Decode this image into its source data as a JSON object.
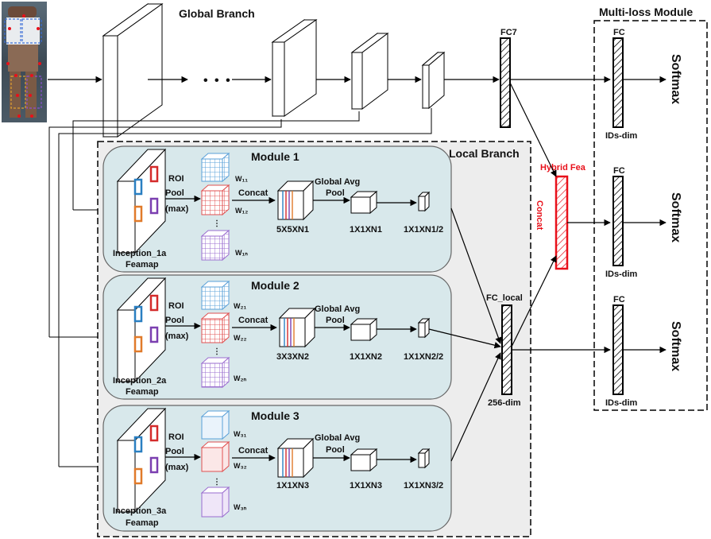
{
  "colors": {
    "module_fill": "#d8e8eb",
    "local_branch_fill": "#ededed",
    "hybrid_red": "#e8101a",
    "box_blue": "#2a7fc1",
    "box_red": "#d42b2b",
    "box_purple": "#7b3fb0",
    "box_orange": "#e07a2a"
  },
  "global_branch": {
    "title": "Global Branch",
    "ellipsis": "• • •",
    "fc7_label": "FC7"
  },
  "local_branch": {
    "title": "Local Branch",
    "fc_local_label": "FC_local",
    "fc_local_dim": "256-dim"
  },
  "hybrid": {
    "label": "Hybrid Fea",
    "concat_label": "Concat"
  },
  "multi_loss": {
    "title": "Multi-loss Module",
    "heads": [
      {
        "fc_label": "FC",
        "dim_label": "IDs-dim",
        "softmax_label": "Softmax"
      },
      {
        "fc_label": "FC",
        "dim_label": "IDs-dim",
        "softmax_label": "Softmax"
      },
      {
        "fc_label": "FC",
        "dim_label": "IDs-dim",
        "softmax_label": "Softmax"
      }
    ]
  },
  "modules": [
    {
      "title": "Module 1",
      "roi_line1": "ROI",
      "roi_line2": "Pool",
      "roi_line3": "(max)",
      "w_top": "W₁₁",
      "w_mid": "W₁₂",
      "w_bot": "W₁ₙ",
      "concat": "Concat",
      "gap_line1": "Global Avg",
      "gap_line2": "Pool",
      "size_a": "5X5XN1",
      "size_b": "1X1XN1",
      "size_c": "1X1XN1/2",
      "feamap_line1": "Inception_1a",
      "feamap_line2": "Feamap"
    },
    {
      "title": "Module 2",
      "roi_line1": "ROI",
      "roi_line2": "Pool",
      "roi_line3": "(max)",
      "w_top": "W₂₁",
      "w_mid": "W₂₂",
      "w_bot": "W₂ₙ",
      "concat": "Concat",
      "gap_line1": "Global Avg",
      "gap_line2": "Pool",
      "size_a": "3X3XN2",
      "size_b": "1X1XN2",
      "size_c": "1X1XN2/2",
      "feamap_line1": "Inception_2a",
      "feamap_line2": "Feamap"
    },
    {
      "title": "Module 3",
      "roi_line1": "ROI",
      "roi_line2": "Pool",
      "roi_line3": "(max)",
      "w_top": "W₃₁",
      "w_mid": "W₃₂",
      "w_bot": "W₃ₙ",
      "concat": "Concat",
      "gap_line1": "Global Avg",
      "gap_line2": "Pool",
      "size_a": "1X1XN3",
      "size_b": "1X1XN3",
      "size_c": "1X1XN3/2",
      "feamap_line1": "Inception_3a",
      "feamap_line2": "Feamap"
    }
  ]
}
